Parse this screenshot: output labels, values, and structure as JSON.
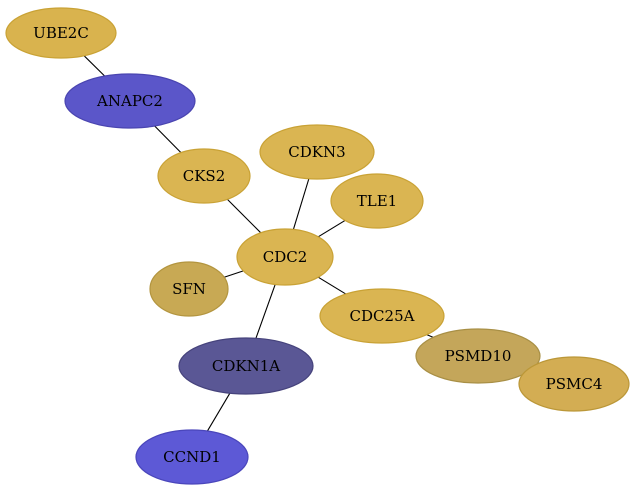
{
  "graph": {
    "nodes": [
      {
        "id": "UBE2C",
        "label": "UBE2C",
        "color": "#d9b34e",
        "border": "#c9a235"
      },
      {
        "id": "ANAPC2",
        "label": "ANAPC2",
        "color": "#5b56c9",
        "border": "#4a45b0"
      },
      {
        "id": "CKS2",
        "label": "CKS2",
        "color": "#dab552",
        "border": "#c9a235"
      },
      {
        "id": "CDKN3",
        "label": "CDKN3",
        "color": "#dab552",
        "border": "#c9a235"
      },
      {
        "id": "TLE1",
        "label": "TLE1",
        "color": "#dab552",
        "border": "#c9a235"
      },
      {
        "id": "CDC2",
        "label": "CDC2",
        "color": "#dab552",
        "border": "#c9a235"
      },
      {
        "id": "SFN",
        "label": "SFN",
        "color": "#c8a954",
        "border": "#b3953f"
      },
      {
        "id": "CDC25A",
        "label": "CDC25A",
        "color": "#dab552",
        "border": "#c9a235"
      },
      {
        "id": "PSMD10",
        "label": "PSMD10",
        "color": "#c4a65a",
        "border": "#a88f45"
      },
      {
        "id": "PSMC4",
        "label": "PSMC4",
        "color": "#d3ad53",
        "border": "#bb9738"
      },
      {
        "id": "CDKN1A",
        "label": "CDKN1A",
        "color": "#5a5795",
        "border": "#46437c"
      },
      {
        "id": "CCND1",
        "label": "CCND1",
        "color": "#5d59d6",
        "border": "#4a46bb"
      }
    ],
    "edges": [
      [
        "UBE2C",
        "ANAPC2"
      ],
      [
        "ANAPC2",
        "CKS2"
      ],
      [
        "CKS2",
        "CDC2"
      ],
      [
        "CDKN3",
        "CDC2"
      ],
      [
        "TLE1",
        "CDC2"
      ],
      [
        "SFN",
        "CDC2"
      ],
      [
        "CDC2",
        "CDC25A"
      ],
      [
        "CDC2",
        "CDKN1A"
      ],
      [
        "CDC25A",
        "PSMD10"
      ],
      [
        "PSMD10",
        "PSMC4"
      ],
      [
        "CDKN1A",
        "CCND1"
      ]
    ]
  }
}
